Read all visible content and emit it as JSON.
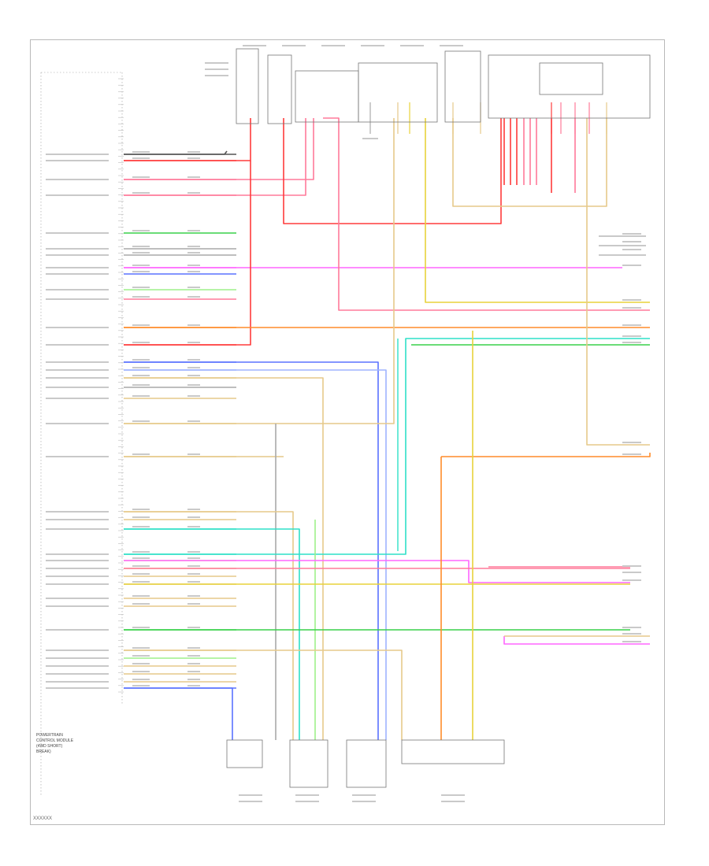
{
  "diagram": {
    "pcm_label_lines": [
      "POWERTRAIN",
      "CONTROL MODULE",
      "(4WD SHORT)",
      "BREAK)"
    ],
    "footer_code": "XXXXXX",
    "wire_colors": {
      "red": "#ff3b3b",
      "pink": "#ff7a9a",
      "magenta": "#ff66ff",
      "orange": "#ff8c2a",
      "yellow": "#e8d23a",
      "tan": "#e6c98a",
      "green": "#39d14a",
      "ltgreen": "#9ef08a",
      "teal": "#2fe0c8",
      "cyan": "#6ad8ff",
      "blue": "#5a72ff",
      "ltblue": "#9fb4ff",
      "gray": "#a9a9a9",
      "black": "#555555",
      "frame": "#b9b9b9"
    }
  }
}
